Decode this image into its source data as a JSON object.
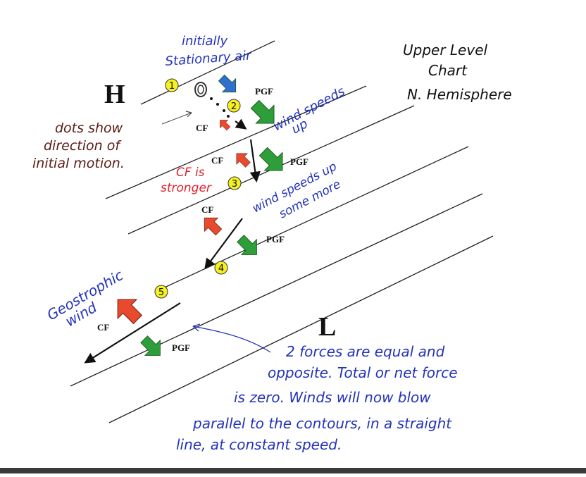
{
  "title": {
    "lines": [
      "Upper Level",
      "Chart",
      "N. Hemisphere"
    ]
  },
  "pressure": {
    "high": "H",
    "low": "L"
  },
  "stage_markers": [
    "1",
    "2",
    "3",
    "4",
    "5"
  ],
  "labels": {
    "initially": "initially",
    "stationary_air": "Stationary air",
    "dots_line1": "dots show",
    "dots_line2": "direction of",
    "dots_line3": "initial motion.",
    "wind_speeds_up_1": "wind speeds",
    "wind_speeds_up_2": "up",
    "cf_stronger_1": "CF is",
    "cf_stronger_2": "stronger",
    "wind_more_1": "wind speeds up",
    "wind_more_2": "some more",
    "geostrophic_1": "Geostrophic",
    "geostrophic_2": "wind",
    "pgf": "PGF",
    "cf": "CF"
  },
  "note": {
    "lines": [
      "2 forces are equal and",
      "opposite. Total or net force",
      "is zero. Winds will now blow",
      "parallel to the contours, in a straight",
      "line, at constant speed."
    ]
  },
  "colors": {
    "pgf_arrow": "#2e9e3a",
    "cf_arrow": "#e84a2e",
    "blue_text": "#2233bb",
    "red_text": "#e0202a",
    "dark_text": "#5a1a12",
    "marker_fill": "#f5f020",
    "ink": "#111111"
  }
}
